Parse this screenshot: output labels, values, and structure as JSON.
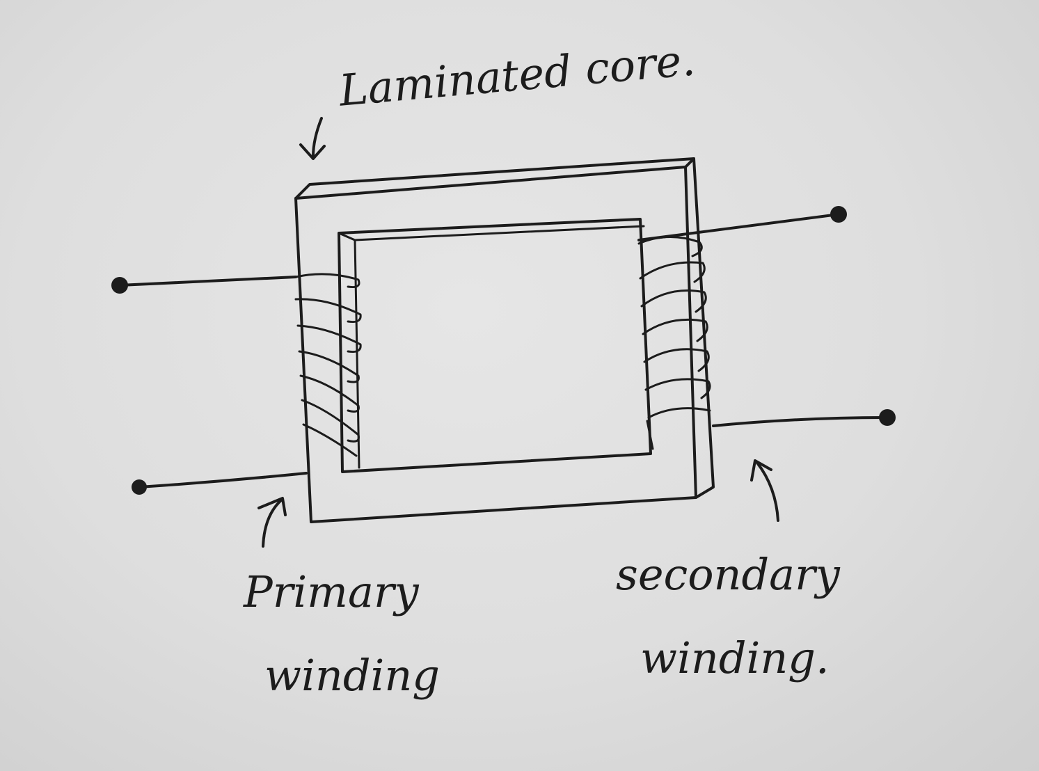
{
  "labels": {
    "core": "Laminated core.",
    "primary_line1": "Primary",
    "primary_line2": "winding",
    "secondary_line1": "secondary",
    "secondary_line2": "winding."
  },
  "colors": {
    "ink": "#1c1c1c",
    "paper": "#e2e2e2"
  }
}
